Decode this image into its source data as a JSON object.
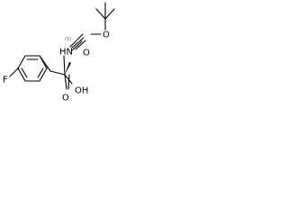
{
  "molecule": {
    "atoms": {
      "nh": "HN",
      "o_carbonyl": "O",
      "o_ester": "O",
      "o_acid": "O",
      "oh": "OH",
      "f": "F"
    },
    "stereo_label": "(S)"
  }
}
